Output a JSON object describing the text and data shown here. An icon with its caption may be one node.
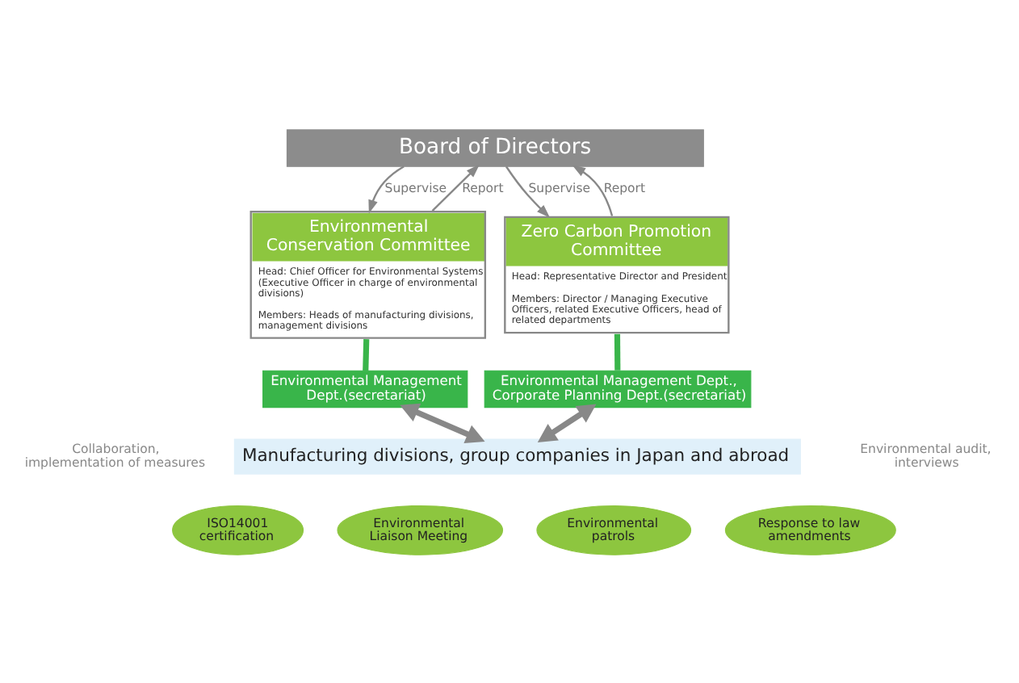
{
  "diagram": {
    "nodes": [
      {
        "text": [
          "Board of Directors"
        ]
      },
      {
        "text": [
          "Environmental Conservation Committee",
          "Head: Chief Officer for Environmental Systems (Executive Officer in charge of environmental divisions)",
          "Members: Heads of manufacturing divisions, management divisions"
        ]
      },
      {
        "text": [
          "Zero Carbon Promotion Committee",
          "Head: Representative Director and President",
          "Members: Director / Managing Executive Officers, related Executive Officers, head of related departments"
        ]
      },
      {
        "text": [
          "Environmental Management Dept.(secretariat)"
        ]
      },
      {
        "text": [
          "Environmental Management Dept., Corporate Planning Dept.(secretariat)"
        ]
      },
      {
        "text": [
          "Manufacturing divisions, group companies in Japan and abroad"
        ]
      },
      {
        "text": [
          "ISO14001 certification"
        ]
      },
      {
        "text": [
          "Environmental Liaison Meeting"
        ]
      },
      {
        "text": [
          "Environmental patrols"
        ]
      },
      {
        "text": [
          "Response to law amendments"
        ]
      }
    ],
    "edges": [
      {
        "from": 1,
        "to": 0,
        "arrow": "to",
        "label": "Report"
      },
      {
        "from": 0,
        "to": 1,
        "arrow": "to",
        "label": "Supervise"
      },
      {
        "from": 2,
        "to": 0,
        "arrow": "to",
        "label": "Report"
      },
      {
        "from": 0,
        "to": 2,
        "arrow": "to",
        "label": "Supervise"
      },
      {
        "from": 1,
        "to": 3,
        "arrow": "none",
        "style": "thick",
        "color": "#39b54a"
      },
      {
        "from": 2,
        "to": 4,
        "arrow": "none",
        "style": "thick",
        "color": "#39b54a"
      },
      {
        "from": 3,
        "to": 5,
        "arrow": "both",
        "style": "thick"
      },
      {
        "from": 4,
        "to": 5,
        "arrow": "both",
        "style": "thick"
      }
    ],
    "labels": [
      "Collaboration, implementation of measures",
      "Environmental audit, interviews"
    ]
  }
}
